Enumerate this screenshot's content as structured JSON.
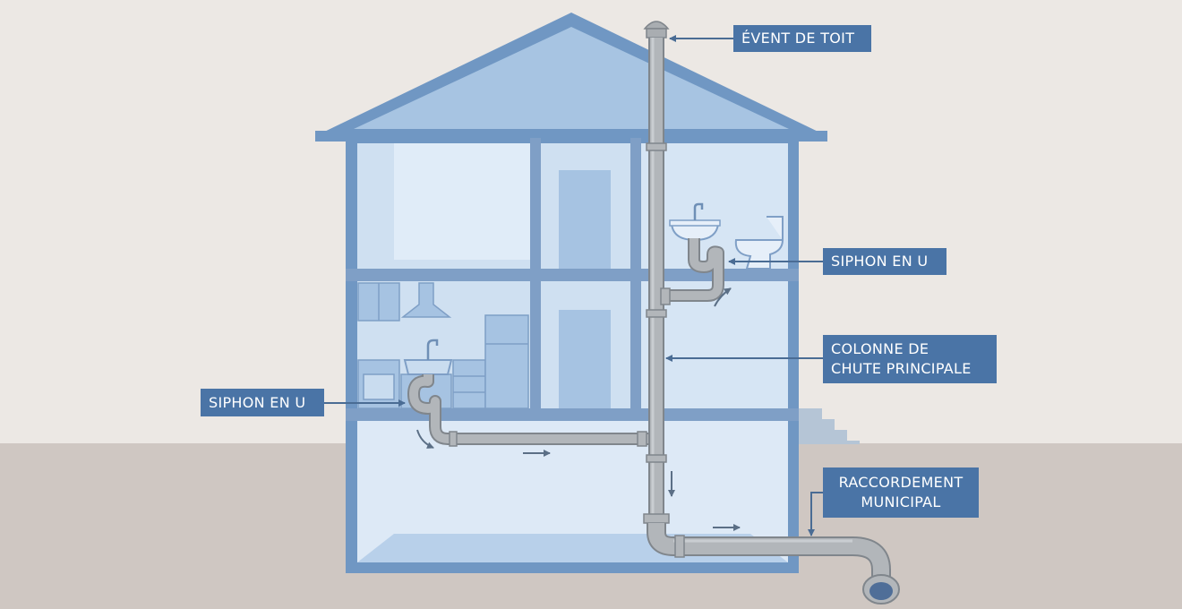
{
  "labels": {
    "roof_vent": "ÉVENT DE TOIT",
    "trap_upper": "SIPHON EN U",
    "main_stack_line1": "COLONNE DE",
    "main_stack_line2": "CHUTE PRINCIPALE",
    "trap_lower": "SIPHON EN U",
    "municipal_line1": "RACCORDEMENT",
    "municipal_line2": "MUNICIPAL"
  },
  "colors": {
    "background": "#ece8e4",
    "ground": "#cfc7c2",
    "house_frame": "#6f94c0",
    "room_fill": "#c9dcef",
    "room_fill_light": "#e2edf8",
    "pipe": "#a9adb1",
    "pipe_outline": "#80868c",
    "callout_fill": "#4a74a6",
    "callout_text": "#ffffff",
    "arrow": "#4a6c94"
  }
}
